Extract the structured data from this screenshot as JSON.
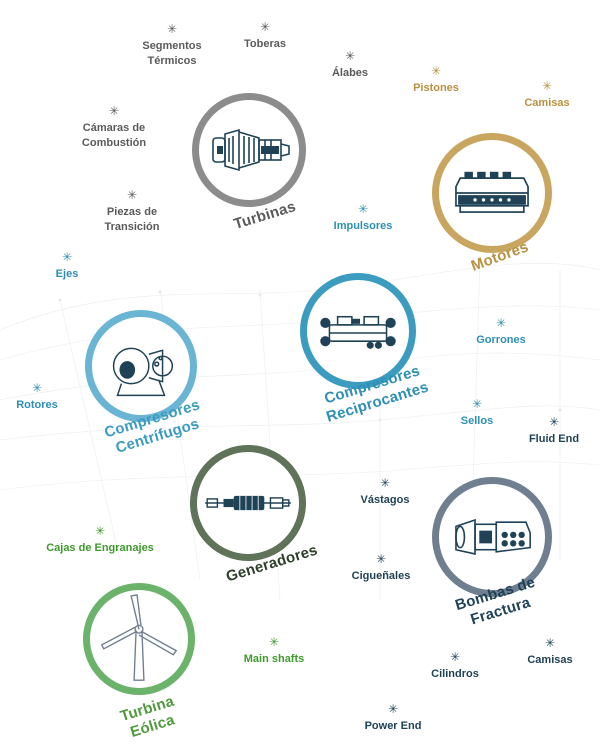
{
  "colors": {
    "turbinas": "#8c8c8c",
    "motores": "#c9a65f",
    "reciprocantes": "#3b9cbf",
    "centrifugos": "#6ab4d4",
    "generadores": "#5e7358",
    "generadores_text": "#2e3f2a",
    "bombas": "#6f7f90",
    "bombas_text": "#1f4257",
    "eolica": "#6bb36a",
    "eolica_text": "#4f9a3c",
    "gray_text": "#5a5a5a",
    "gold_text": "#b89040",
    "blue_text": "#2e8fb5",
    "green_text": "#3f9a2c",
    "navy_text": "#1f4257"
  },
  "star_icon": "asterisk-icon",
  "equipment": {
    "turbinas": {
      "title": "Turbinas",
      "icon": "turbine-engine-icon"
    },
    "motores": {
      "title": "Motores",
      "icon": "engine-block-icon"
    },
    "compresores_reciprocantes": {
      "title_line1": "Compresores",
      "title_line2": "Reciprocantes",
      "icon": "reciprocating-compressor-icon"
    },
    "compresores_centrifugos": {
      "title_line1": "Compresores",
      "title_line2": "Centrífugos",
      "icon": "centrifugal-compressor-icon"
    },
    "generadores": {
      "title": "Generadores",
      "icon": "generator-shaft-icon"
    },
    "bombas_fractura": {
      "title_line1": "Bombas de",
      "title_line2": "Fractura",
      "icon": "frac-pump-icon"
    },
    "turbina_eolica": {
      "title_line1": "Turbina",
      "title_line2": "Eólica",
      "icon": "wind-turbine-icon"
    }
  },
  "components": {
    "segmentos_termicos": "Segmentos\nTérmicos",
    "toberas": "Toberas",
    "alabes": "Álabes",
    "camaras_combustion": "Cámaras de\nCombustión",
    "piezas_transicion": "Piezas de\nTransición",
    "pistones": "Pistones",
    "camisas_motor": "Camisas",
    "impulsores": "Impulsores",
    "ejes": "Ejes",
    "gorrones": "Gorrones",
    "rotores": "Rotores",
    "sellos": "Sellos",
    "fluid_end": "Fluid End",
    "vastagos": "Vástagos",
    "cajas_engranajes": "Cajas de Engranajes",
    "ciguenales": "Cigueñales",
    "main_shafts": "Main shafts",
    "camisas_bomba": "Camisas",
    "cilindros": "Cilindros",
    "power_end": "Power End"
  }
}
